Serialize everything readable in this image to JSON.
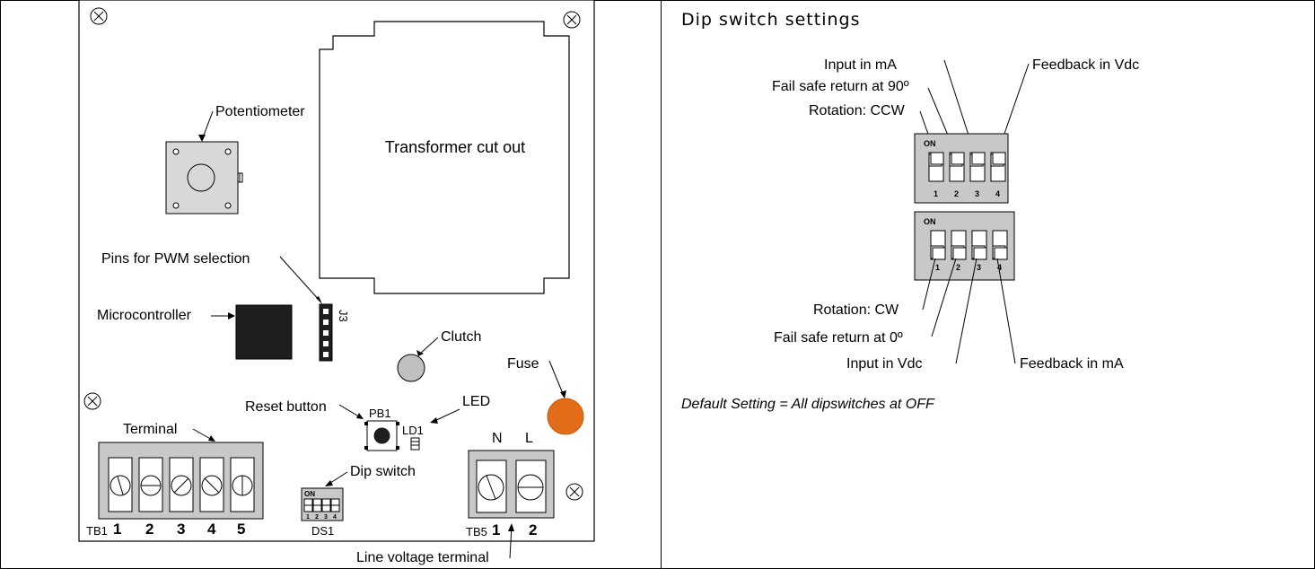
{
  "left": {
    "labels": {
      "potentiometer": "Potentiometer",
      "transformer": "Transformer cut out",
      "pwm_pins": "Pins for PWM selection",
      "microcontroller": "Microcontroller",
      "j3": "J3",
      "clutch": "Clutch",
      "fuse": "Fuse",
      "led": "LED",
      "reset_button": "Reset button",
      "pb1": "PB1",
      "ld1": "LD1",
      "terminal": "Terminal",
      "dip_switch": "Dip switch",
      "ds1": "DS1",
      "tb1": "TB1",
      "tb5": "TB5",
      "n": "N",
      "l": "L",
      "line_voltage": "Line voltage terminal",
      "on": "ON"
    },
    "tb1_numbers": [
      "1",
      "2",
      "3",
      "4",
      "5"
    ],
    "tb5_numbers": [
      "1",
      "2"
    ],
    "ds1_numbers": [
      "1",
      "2",
      "3",
      "4"
    ]
  },
  "right": {
    "title": "Dip switch settings",
    "on_label": "ON",
    "top_labels": {
      "input_ma": "Input in mA",
      "feedback_vdc": "Feedback in Vdc",
      "fail_safe_90": "Fail safe return at 90º",
      "rotation_ccw": "Rotation: CCW"
    },
    "bottom_labels": {
      "rotation_cw": "Rotation: CW",
      "fail_safe_0": "Fail safe return at 0º",
      "input_vdc": "Input in Vdc",
      "feedback_ma": "Feedback in mA"
    },
    "switch_numbers": [
      "1",
      "2",
      "3",
      "4"
    ],
    "default_setting": "Default Setting =  All dipswitches at OFF"
  },
  "colors": {
    "board_gray": "#c8c8c8",
    "fuse_orange": "#e26d18",
    "clutch_gray": "#c0c0c0",
    "chip_black": "#1e1e1e"
  }
}
